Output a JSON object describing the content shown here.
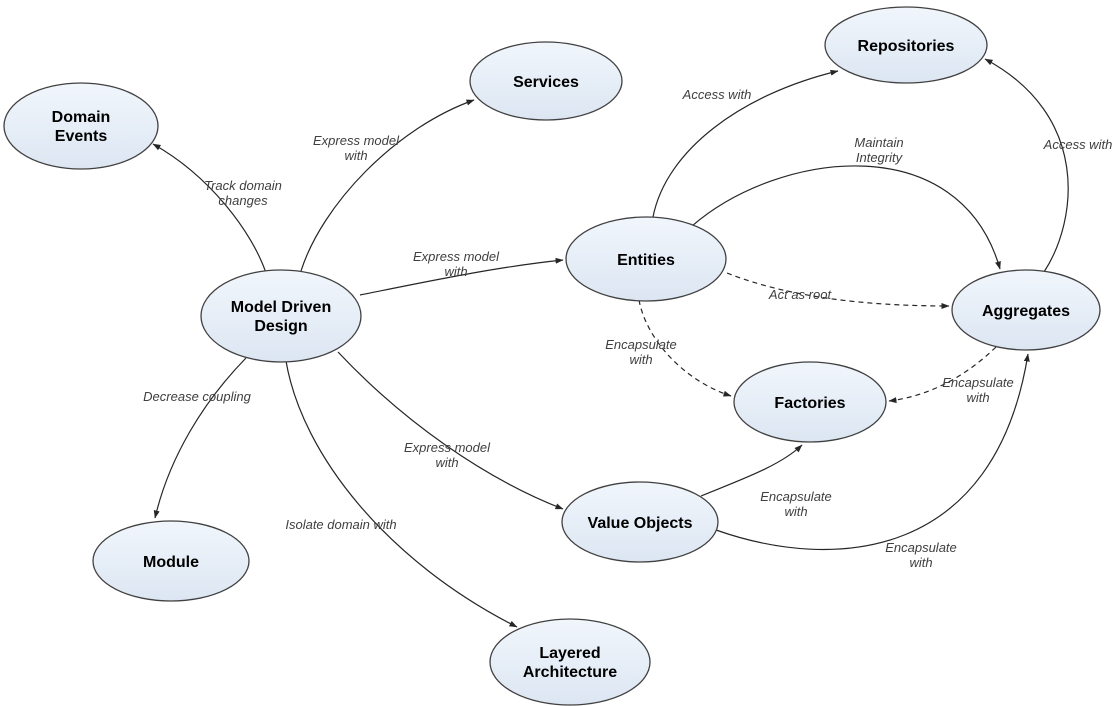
{
  "diagram": {
    "type": "concept-map",
    "subject": "Model Driven Design relationships",
    "colors": {
      "background": "#ffffff",
      "node_fill_top": "#f1f6fc",
      "node_fill_bottom": "#dce6f2",
      "node_stroke": "#414141",
      "edge_stroke": "#262626",
      "edge_label": "#3f3f3f"
    },
    "nodes": {
      "domain_events": {
        "label": "Domain Events",
        "lines": [
          "Domain",
          "Events"
        ]
      },
      "services": {
        "label": "Services",
        "lines": [
          "Services"
        ]
      },
      "repositories": {
        "label": "Repositories",
        "lines": [
          "Repositories"
        ]
      },
      "entities": {
        "label": "Entities",
        "lines": [
          "Entities"
        ]
      },
      "model_driven_design": {
        "label": "Model Driven Design",
        "lines": [
          "Model Driven",
          "Design"
        ]
      },
      "aggregates": {
        "label": "Aggregates",
        "lines": [
          "Aggregates"
        ]
      },
      "factories": {
        "label": "Factories",
        "lines": [
          "Factories"
        ]
      },
      "module": {
        "label": "Module",
        "lines": [
          "Module"
        ]
      },
      "value_objects": {
        "label": "Value Objects",
        "lines": [
          "Value Objects"
        ]
      },
      "layered_architecture": {
        "label": "Layered Architecture",
        "lines": [
          "Layered",
          "Architecture"
        ]
      }
    },
    "edges": [
      {
        "from": "Model Driven Design",
        "to": "Domain Events",
        "label": "Track domain changes",
        "lines": [
          "Track domain",
          "changes"
        ],
        "style": "solid"
      },
      {
        "from": "Model Driven Design",
        "to": "Services",
        "label": "Express model with",
        "lines": [
          "Express model",
          "with"
        ],
        "style": "solid"
      },
      {
        "from": "Model Driven Design",
        "to": "Entities",
        "label": "Express model with",
        "lines": [
          "Express model",
          "with"
        ],
        "style": "solid"
      },
      {
        "from": "Model Driven Design",
        "to": "Value Objects",
        "label": "Express model with",
        "lines": [
          "Express model",
          "with"
        ],
        "style": "solid"
      },
      {
        "from": "Model Driven Design",
        "to": "Module",
        "label": "Decrease coupling",
        "lines": [
          "Decrease coupling"
        ],
        "style": "solid"
      },
      {
        "from": "Model Driven Design",
        "to": "Layered Architecture",
        "label": "Isolate domain with",
        "lines": [
          "Isolate domain with"
        ],
        "style": "solid"
      },
      {
        "from": "Entities",
        "to": "Repositories",
        "label": "Access with",
        "lines": [
          "Access with"
        ],
        "style": "solid"
      },
      {
        "from": "Aggregates",
        "to": "Repositories",
        "label": "Access with",
        "lines": [
          "Access with"
        ],
        "style": "solid"
      },
      {
        "from": "Entities",
        "to": "Aggregates",
        "label": "Maintain Integrity",
        "lines": [
          "Maintain",
          "Integrity"
        ],
        "style": "solid"
      },
      {
        "from": "Entities",
        "to": "Aggregates",
        "label": "Act as root",
        "lines": [
          "Act as root"
        ],
        "style": "dashed"
      },
      {
        "from": "Entities",
        "to": "Factories",
        "label": "Encapsulate with",
        "lines": [
          "Encapsulate",
          "with"
        ],
        "style": "dashed"
      },
      {
        "from": "Aggregates",
        "to": "Factories",
        "label": "Encapsulate with",
        "lines": [
          "Encapsulate",
          "with"
        ],
        "style": "dashed"
      },
      {
        "from": "Value Objects",
        "to": "Factories",
        "label": "Encapsulate with",
        "lines": [
          "Encapsulate",
          "with"
        ],
        "style": "solid"
      },
      {
        "from": "Value Objects",
        "to": "Aggregates",
        "label": "Encapsulate with",
        "lines": [
          "Encapsulate",
          "with"
        ],
        "style": "solid"
      }
    ]
  }
}
